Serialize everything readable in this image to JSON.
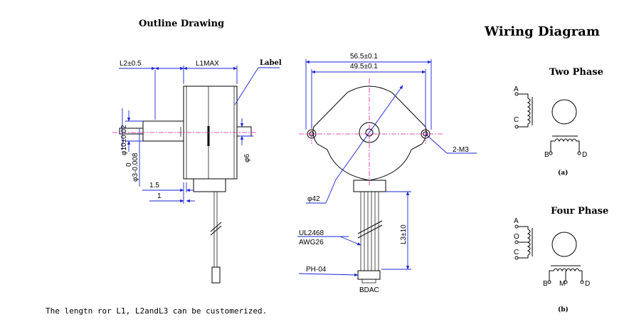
{
  "titles": {
    "outline": "Outline Drawing",
    "wiring": "Wiring Diagram",
    "two_phase": "Two Phase",
    "four_phase": "Four Phase",
    "caption_a": "(a)",
    "caption_b": "(b)"
  },
  "side_view": {
    "label_tag": "Label",
    "l2": "L2±0.5",
    "l1": "L1MAX",
    "shaft_dia": "φ10±0.02",
    "shaft_small_dia": "φ3-0.008",
    "shaft_small_tol": "0",
    "boss_dia": "φ6",
    "dim_1_5": "1.5",
    "dim_1": "1"
  },
  "front_view": {
    "overall_width": "56.5±0.1",
    "hole_pitch": "49.5±0.1",
    "mount_holes": "2-M3",
    "body_dia": "φ42",
    "lead_length": "L3±10",
    "wire_spec_1": "UL2468",
    "wire_spec_2": "AWG26",
    "connector": "PH-04",
    "pin_order": "BDAC"
  },
  "wiring": {
    "two_phase_pins": [
      "A",
      "C",
      "B",
      "D"
    ],
    "four_phase_pins": [
      "A",
      "O",
      "C",
      "B",
      "M",
      "D"
    ]
  },
  "footer_note": "The lengtn ror L1, L2andL3 can be customerized.",
  "colors": {
    "dimension": "#1a23d6",
    "centerline": "#e2189c",
    "outline": "#000000"
  }
}
